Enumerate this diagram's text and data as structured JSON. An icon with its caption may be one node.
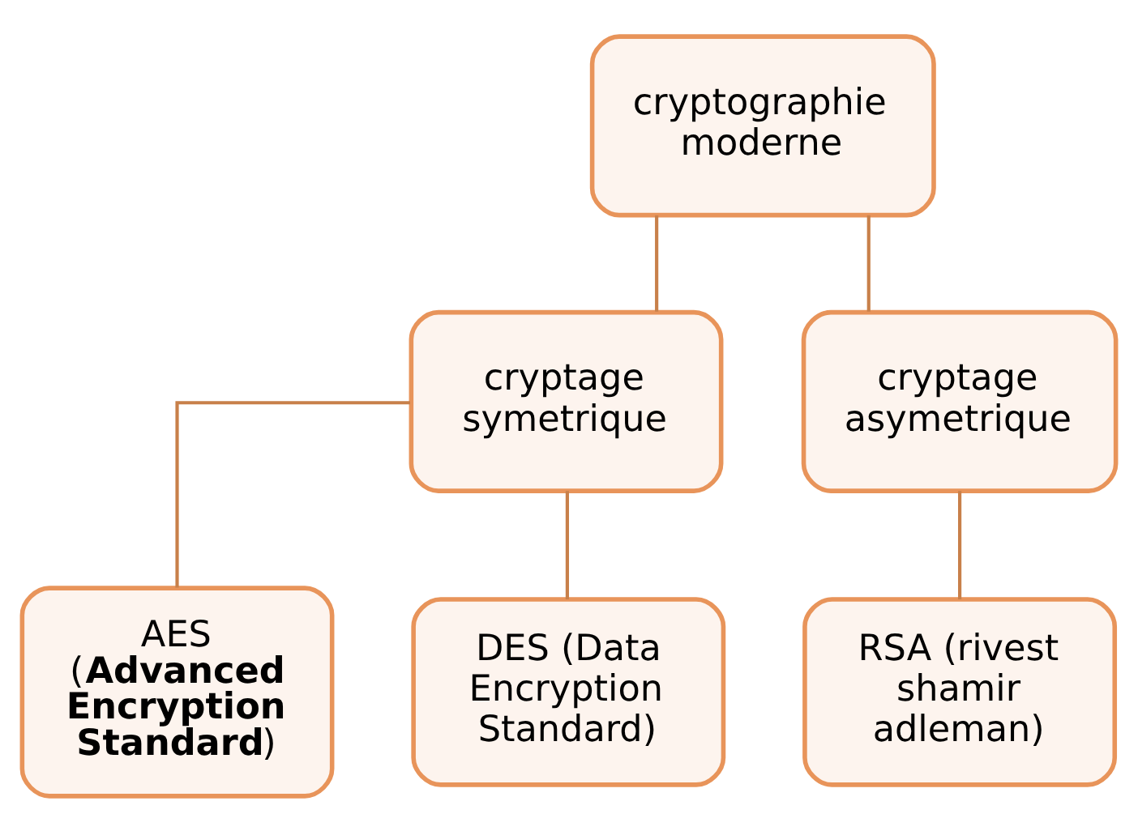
{
  "diagram": {
    "nodes": [
      {
        "text": [
          "cryptographie moderne"
        ]
      },
      {
        "text": [
          "cryptage symetrique"
        ]
      },
      {
        "text": [
          "cryptage asymetrique"
        ]
      },
      {
        "text": [
          "AES (**Advanced Encryption Standard**)"
        ]
      },
      {
        "text": [
          "DES (Data Encryption Standard)"
        ]
      },
      {
        "text": [
          "RSA (rivest shamir adleman)"
        ]
      }
    ],
    "edges": [
      {
        "from": 0,
        "to": 1,
        "arrow": "none"
      },
      {
        "from": 0,
        "to": 2,
        "arrow": "none"
      },
      {
        "from": 1,
        "to": 3,
        "arrow": "none"
      },
      {
        "from": 1,
        "to": 4,
        "arrow": "none"
      },
      {
        "from": 2,
        "to": 5,
        "arrow": "none"
      }
    ]
  }
}
